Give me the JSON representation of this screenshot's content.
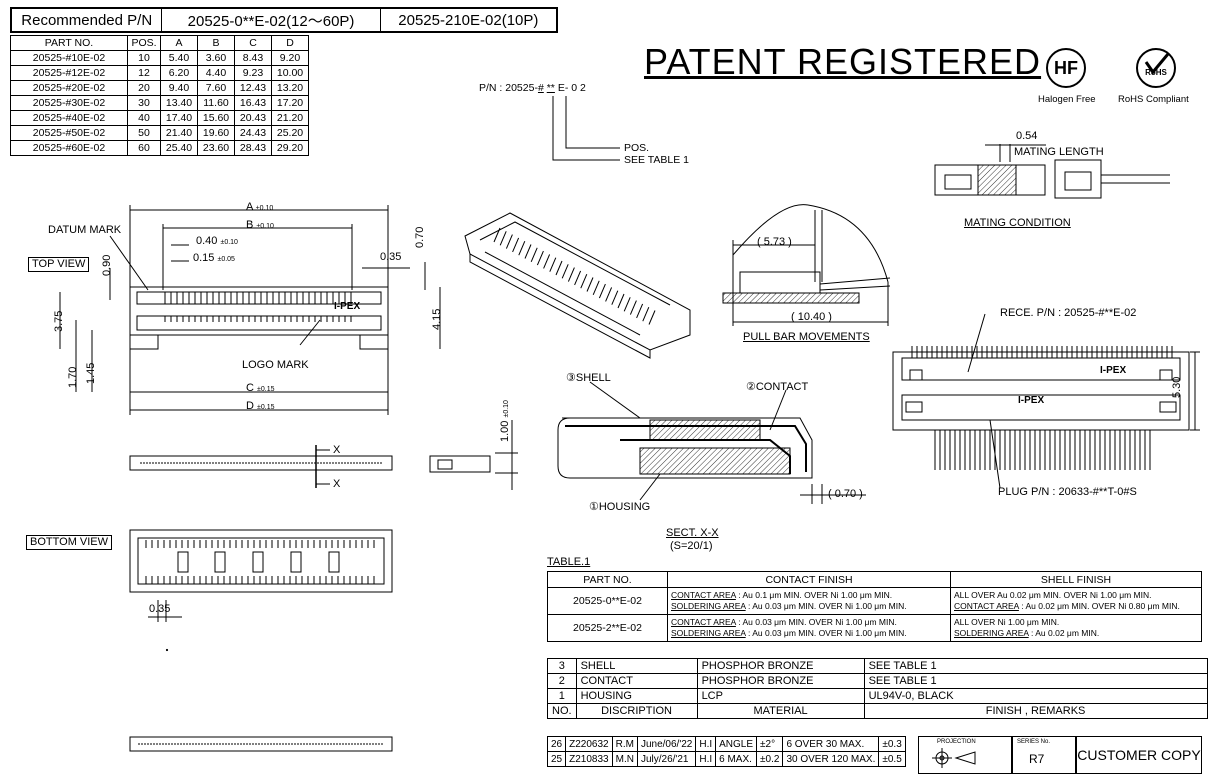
{
  "recommended": {
    "label": "Recommended P/N",
    "pn1": "20525-0**E-02(12～60P)",
    "pn2": "20525-210E-02(10P)"
  },
  "part_table": {
    "headers": [
      "PART NO.",
      "POS.",
      "A",
      "B",
      "C",
      "D"
    ],
    "rows": [
      [
        "20525-#10E-02",
        "10",
        "5.40",
        "3.60",
        "8.43",
        "9.20"
      ],
      [
        "20525-#12E-02",
        "12",
        "6.20",
        "4.40",
        "9.23",
        "10.00"
      ],
      [
        "20525-#20E-02",
        "20",
        "9.40",
        "7.60",
        "12.43",
        "13.20"
      ],
      [
        "20525-#30E-02",
        "30",
        "13.40",
        "11.60",
        "16.43",
        "17.20"
      ],
      [
        "20525-#40E-02",
        "40",
        "17.40",
        "15.60",
        "20.43",
        "21.20"
      ],
      [
        "20525-#50E-02",
        "50",
        "21.40",
        "19.60",
        "24.43",
        "25.20"
      ],
      [
        "20525-#60E-02",
        "60",
        "25.40",
        "23.60",
        "28.43",
        "29.20"
      ]
    ]
  },
  "title": "PATENT REGISTERED",
  "badges": {
    "hf": "HF",
    "hf_label": "Halogen Free",
    "rohs_label": "RoHS Compliant",
    "rohs_mark": "RoHS"
  },
  "pn_code": {
    "prefix": "P/N : 20525-",
    "hash": "#",
    "stars": "**",
    "suffix": "E- 0 2",
    "pos": "POS.",
    "see": "SEE TABLE 1"
  },
  "mating": {
    "dim": "0.54",
    "length": "MATING LENGTH",
    "condition": "MATING CONDITION"
  },
  "top_view": {
    "label": "TOP VIEW",
    "datum": "DATUM MARK",
    "logo": "LOGO MARK",
    "brand": "I-PEX",
    "dim_a": "A",
    "tol_a": "±0.10",
    "dim_b": "B",
    "tol_b": "±0.10",
    "dim_040": "0.40",
    "tol_040": "±0.10",
    "dim_015": "0.15",
    "tol_015": "±0.05",
    "dim_c": "C",
    "tol_c": "±0.15",
    "dim_d": "D",
    "tol_d": "±0.15",
    "dim_090": "0.90",
    "dim_375": "3.75",
    "dim_170": "1.70",
    "dim_145": "1.45",
    "dim_035": "0.35",
    "dim_070": "0.70",
    "dim_415": "4.15"
  },
  "side": {
    "x": "X",
    "dim_100": "1.00",
    "tol_100": "±0.10"
  },
  "bottom_view": {
    "label": "BOTTOM VIEW",
    "dim_035": "0.35"
  },
  "pull_bar": {
    "dim_573": "( 5.73 )",
    "dim_1040": "( 10.40 )",
    "label": "PULL BAR MOVEMENTS"
  },
  "rece": {
    "rece_pn": "RECE. P/N : 20525-#**E-02",
    "plug_pn": "PLUG P/N : 20633-#**T-0#S",
    "dim_530": "5.30",
    "brand": "I-PEX"
  },
  "section": {
    "shell": "③SHELL",
    "contact": "②CONTACT",
    "housing": "①HOUSING",
    "dim_070": "( 0.70 )",
    "sect": "SECT. X-X",
    "scale": "(S=20/1)"
  },
  "table1": {
    "title": "TABLE.1",
    "headers": [
      "PART NO.",
      "CONTACT FINISH",
      "SHELL FINISH"
    ],
    "rows": [
      {
        "part": "20525-0**E-02",
        "c1a": "CONTACT AREA",
        "c1b": " : Au 0.1 μm MIN. OVER Ni 1.00 μm MIN.",
        "c2a": "SOLDERING AREA",
        "c2b": " : Au 0.03 μm MIN. OVER Ni 1.00 μm MIN.",
        "s1": "ALL OVER Au 0.02 μm MIN. OVER Ni 1.00 μm MIN.",
        "s2a": "CONTACT AREA",
        "s2b": " : Au 0.02 μm MIN. OVER Ni 0.80 μm MIN."
      },
      {
        "part": "20525-2**E-02",
        "c1a": "CONTACT AREA",
        "c1b": " : Au 0.03 μm MIN. OVER Ni 1.00 μm MIN.",
        "c2a": "SOLDERING AREA",
        "c2b": " : Au 0.03 μm MIN. OVER Ni 1.00 μm MIN.",
        "s1": "ALL OVER Ni 1.00 μm MIN.",
        "s2a": "SOLDERING AREA",
        "s2b": " : Au 0.02 μm MIN."
      }
    ]
  },
  "bom": {
    "rows": [
      [
        "3",
        "SHELL",
        "PHOSPHOR BRONZE",
        "SEE TABLE 1"
      ],
      [
        "2",
        "CONTACT",
        "PHOSPHOR BRONZE",
        "SEE TABLE 1"
      ],
      [
        "1",
        "HOUSING",
        "LCP",
        "UL94V-0, BLACK"
      ]
    ],
    "headers": [
      "NO.",
      "DISCRIPTION",
      "MATERIAL",
      "FINISH , REMARKS"
    ]
  },
  "revisions": [
    [
      "26",
      "Z220632",
      "R.M",
      "June/06/'22",
      "H.I",
      "ANGLE",
      "±2°",
      "6 OVER 30 MAX.",
      "±0.3"
    ],
    [
      "25",
      "Z210833",
      "M.N",
      "July/26/'21",
      "H.I",
      "6 MAX.",
      "±0.2",
      "30 OVER 120 MAX.",
      "±0.5"
    ]
  ],
  "title_block": {
    "projection": "PROJECTION",
    "series_label": "SERIES No.",
    "series": "R7",
    "copy": "CUSTOMER COPY"
  }
}
